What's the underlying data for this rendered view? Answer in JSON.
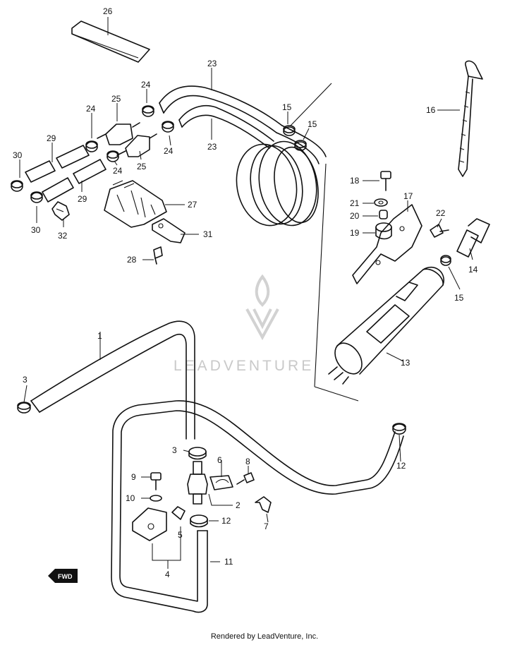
{
  "watermark": {
    "text": "LEADVENTURE",
    "logo": "leadventure-flame-v-logo"
  },
  "direction_marker": {
    "text": "FWD",
    "icon": "forward-arrow-icon"
  },
  "footer": {
    "text": "Rendered by LeadVenture, Inc."
  },
  "callouts": {
    "p1": "1",
    "p2": "2",
    "p3a": "3",
    "p3b": "3",
    "p4": "4",
    "p5": "5",
    "p6": "6",
    "p7": "7",
    "p8": "8",
    "p9": "9",
    "p10": "10",
    "p11": "11",
    "p12a": "12",
    "p12b": "12",
    "p13": "13",
    "p14": "14",
    "p15a": "15",
    "p15b": "15",
    "p15c": "15",
    "p16": "16",
    "p17": "17",
    "p18": "18",
    "p19": "19",
    "p20": "20",
    "p21": "21",
    "p22": "22",
    "p23a": "23",
    "p23b": "23",
    "p24a": "24",
    "p24b": "24",
    "p24c": "24",
    "p24d": "24",
    "p25a": "25",
    "p25b": "25",
    "p26": "26",
    "p27": "27",
    "p28": "28",
    "p29a": "29",
    "p29b": "29",
    "p30a": "30",
    "p30b": "30",
    "p31": "31",
    "p32": "32"
  }
}
